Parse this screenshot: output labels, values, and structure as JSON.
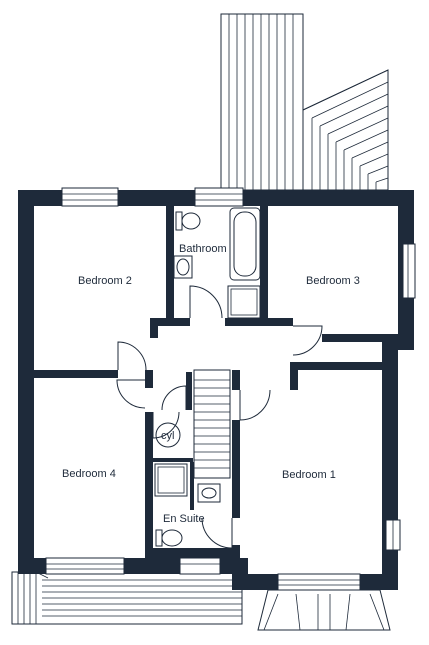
{
  "rooms": {
    "bedroom_1": "Bedroom 1",
    "bedroom_2": "Bedroom 2",
    "bedroom_3": "Bedroom 3",
    "bedroom_4": "Bedroom 4",
    "bathroom": "Bathroom",
    "en_suite": "En Suite",
    "cylinder": "cyl"
  },
  "colors": {
    "wall": "#1e2a3a",
    "background": "#ffffff"
  }
}
